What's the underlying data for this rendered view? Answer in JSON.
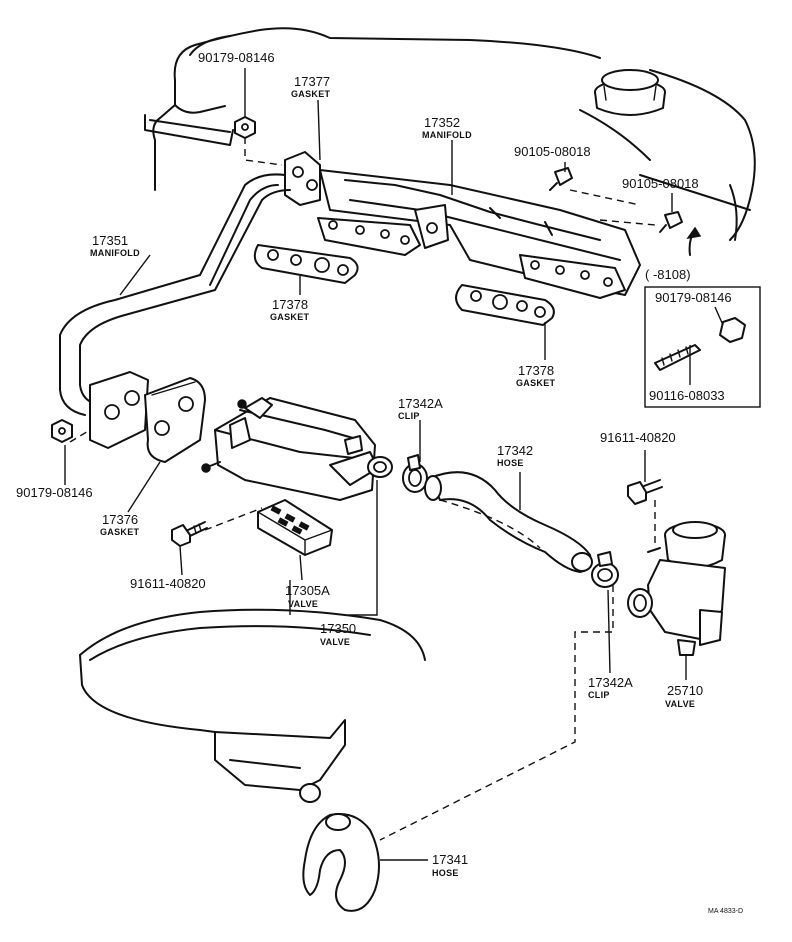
{
  "labels": {
    "p1_num": "90179-08146",
    "p2_num": "17377",
    "p2_cap": "GASKET",
    "p3_num": "17352",
    "p3_cap": "MANIFOLD",
    "p4_num": "90105-08018",
    "p5_num": "90105-08018",
    "p6_num": "17351",
    "p6_cap": "MANIFOLD",
    "p7_num": "17378",
    "p7_cap": "GASKET",
    "p8_note": "(      -8108)",
    "p9_num": "90179-08146",
    "p10_num": "90116-08033",
    "p11_num": "17378",
    "p11_cap": "GASKET",
    "p12_num": "17342A",
    "p12_cap": "CLIP",
    "p13_num": "91611-40820",
    "p14_num": "17342",
    "p14_cap": "HOSE",
    "p15_num": "90179-08146",
    "p16_num": "17376",
    "p16_cap": "GASKET",
    "p17_num": "91611-40820",
    "p18_num": "17305A",
    "p18_cap": "VALVE",
    "p19_num": "17350",
    "p19_cap": "VALVE",
    "p20_num": "17342A",
    "p20_cap": "CLIP",
    "p21_num": "25710",
    "p21_cap": "VALVE",
    "p22_num": "17341",
    "p22_cap": "HOSE",
    "code": "MA 4833-D"
  }
}
